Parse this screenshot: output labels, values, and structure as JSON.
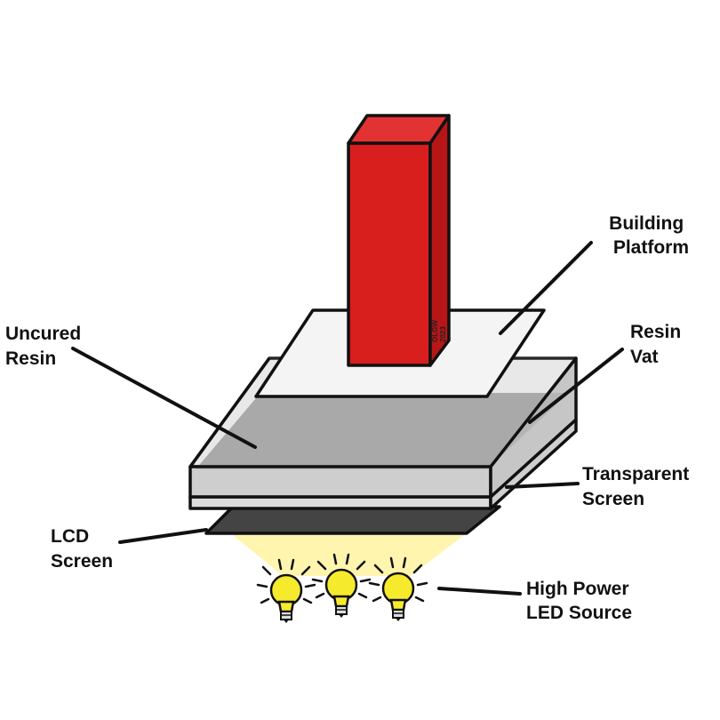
{
  "labels": {
    "building_platform": [
      "Building",
      "Platform"
    ],
    "uncured_resin": [
      "Uncured",
      "Resin"
    ],
    "resin_vat": [
      "Resin",
      "Vat"
    ],
    "transparent_screen": [
      "Transparent",
      "Screen"
    ],
    "lcd_screen": [
      "LCD",
      "Screen"
    ],
    "led_source": [
      "High Power",
      "LED Source"
    ]
  },
  "watermark": [
    "OLGW",
    "2023"
  ],
  "colors": {
    "part": "#d91e1e",
    "part_side": "#b71616",
    "part_top": "#e23232",
    "platform": "#f4f4f4",
    "resin": "#a9a9a9",
    "vat_glass": "#e6e6e6",
    "lcd": "#444444",
    "light": "#fff3a0",
    "bulb": "#f6ea2c",
    "outline": "#111111"
  },
  "icons": [
    "led-bulb-icon",
    "led-bulb-icon",
    "led-bulb-icon"
  ]
}
